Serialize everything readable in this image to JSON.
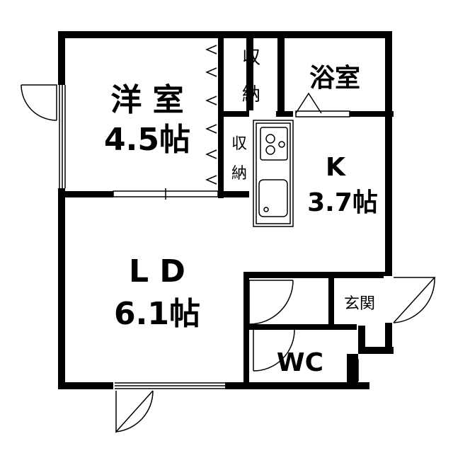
{
  "rooms": {
    "western_room": {
      "name": "洋 室",
      "size": "4.5帖"
    },
    "storage_upper": {
      "line1": "収",
      "line2": "納"
    },
    "storage_lower": {
      "line1": "収",
      "line2": "納"
    },
    "bathroom": {
      "name": "浴室"
    },
    "kitchen": {
      "name": "K",
      "size": "3.7帖"
    },
    "living_dining": {
      "name": "L D",
      "size": "6.1帖"
    },
    "entrance": {
      "name": "玄関"
    },
    "toilet": {
      "name": "WC"
    }
  },
  "colors": {
    "wall": "#000000",
    "fixture": "#000000",
    "background": "#ffffff"
  }
}
